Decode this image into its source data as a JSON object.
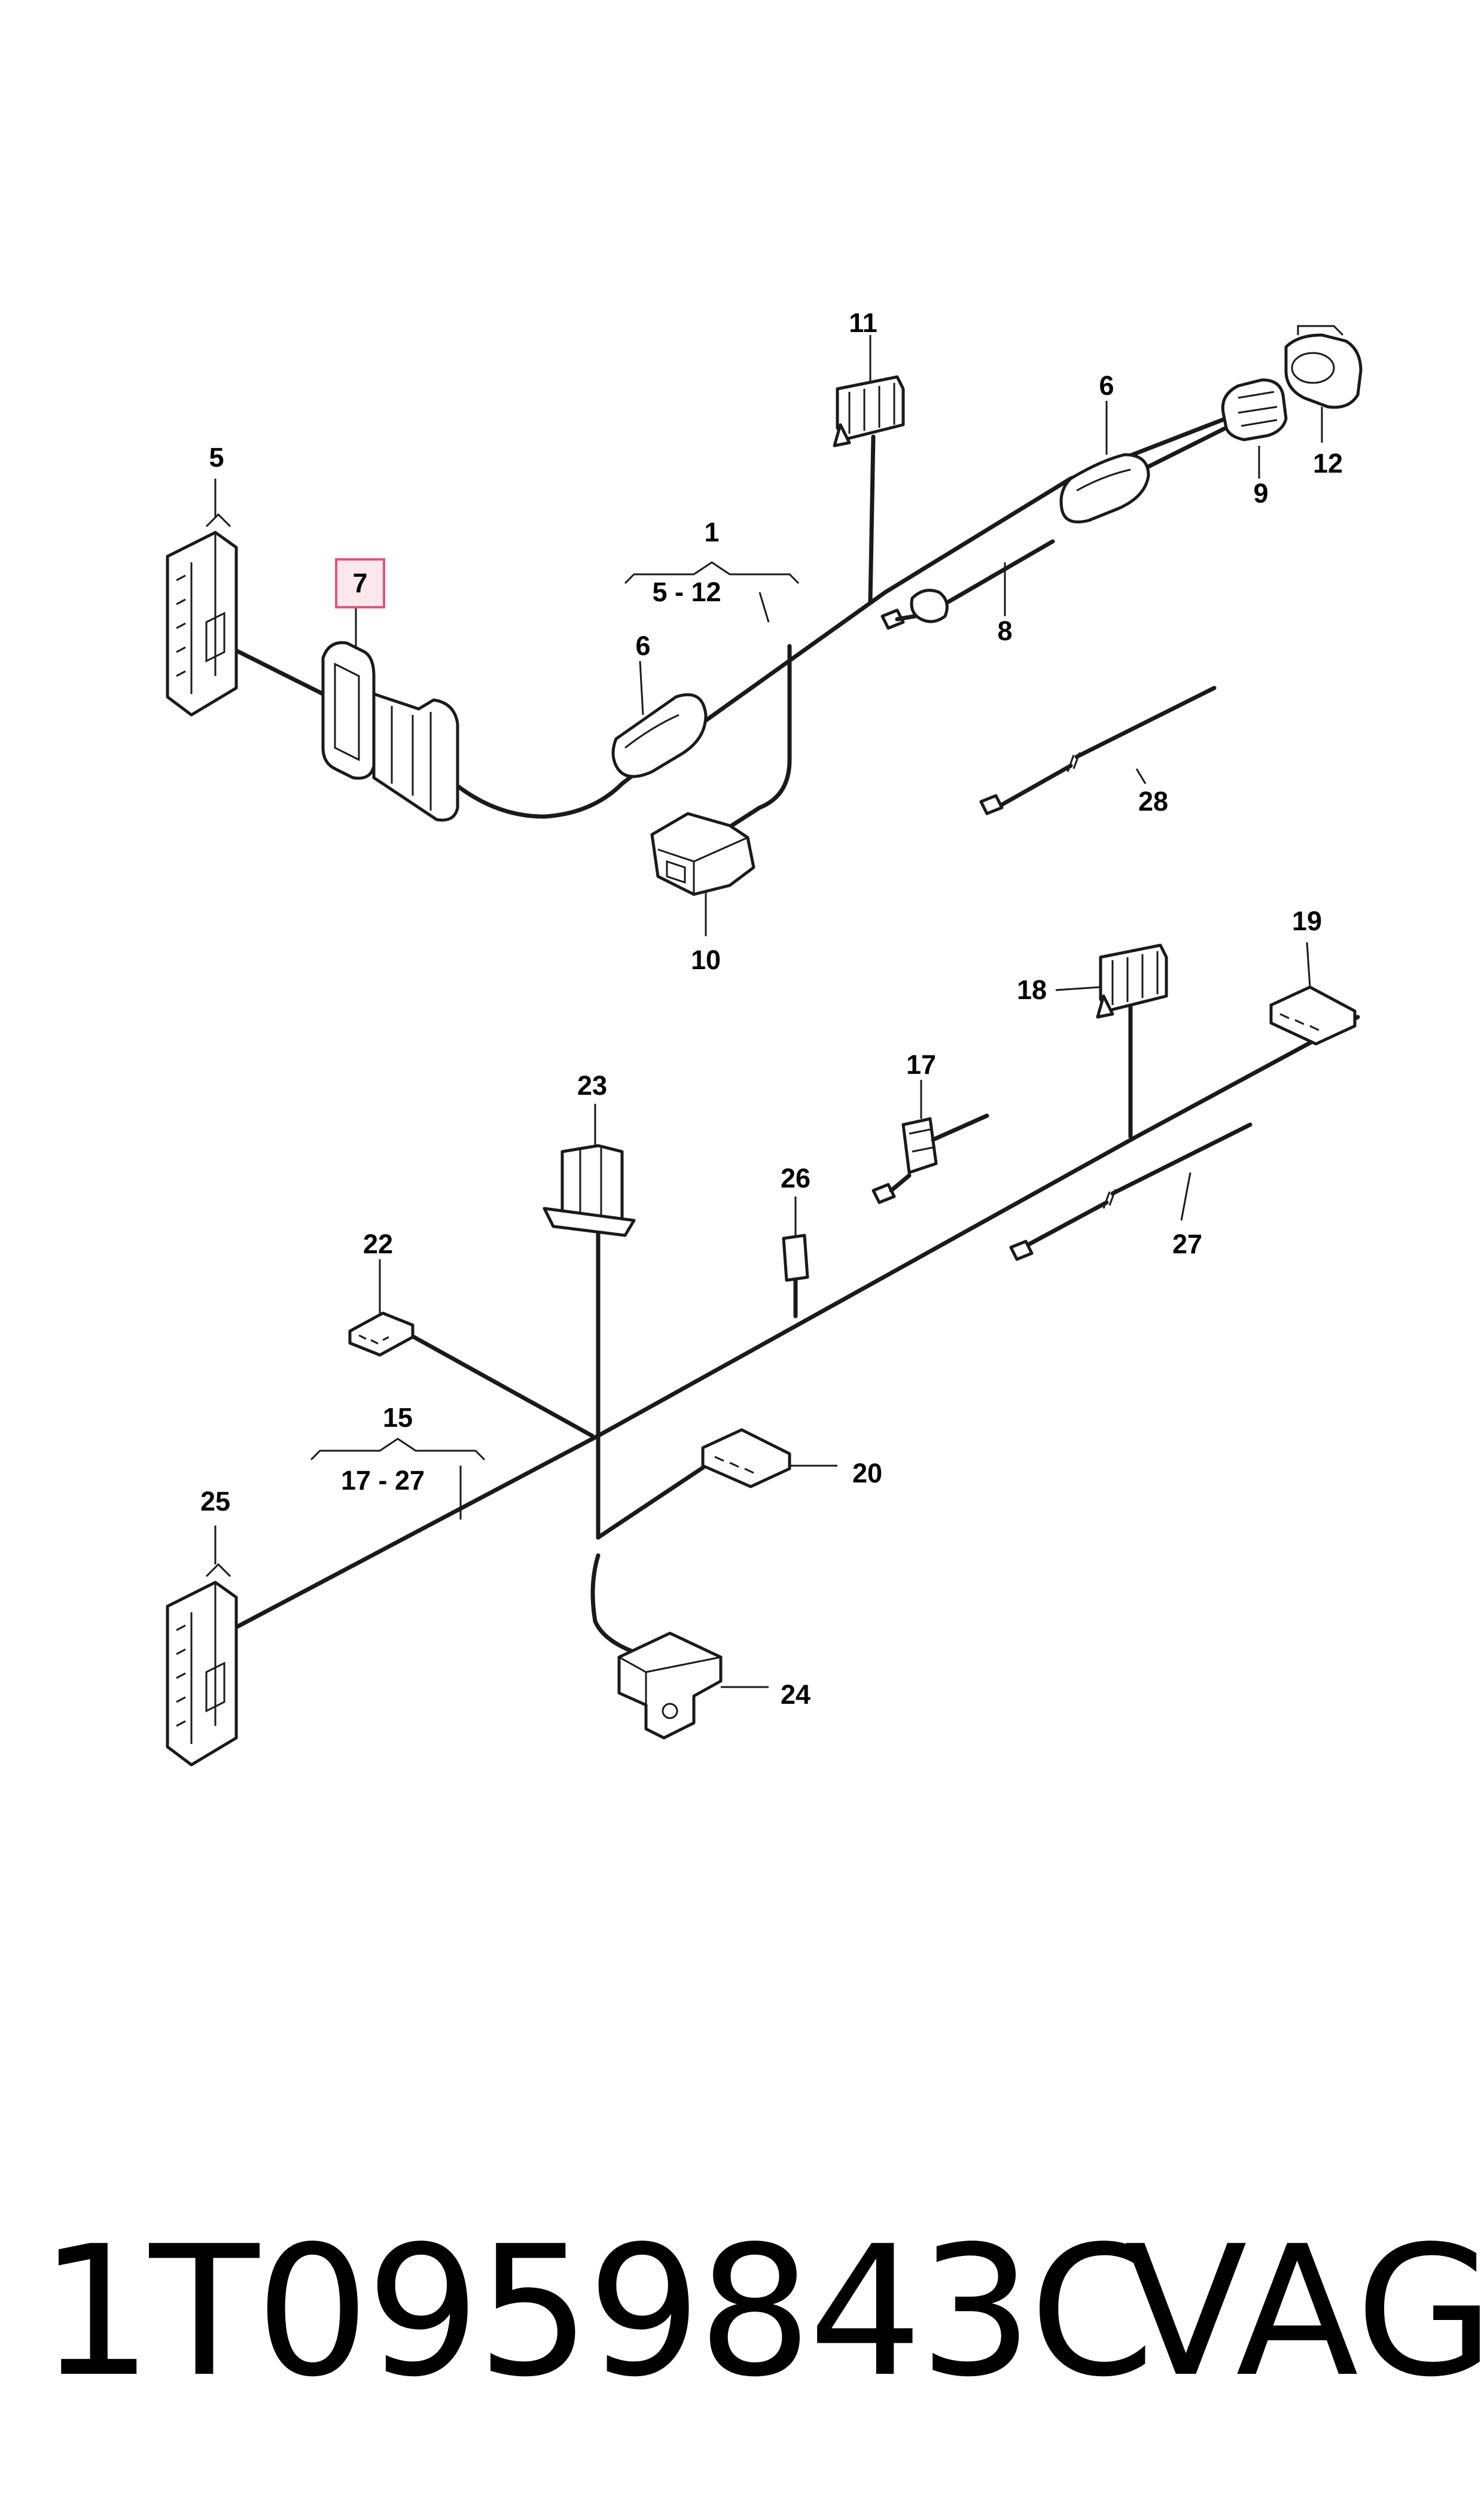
{
  "diagram": {
    "upper_group": {
      "number": "1",
      "range": "5 - 12"
    },
    "lower_group": {
      "number": "15",
      "range": "17 - 27"
    },
    "highlighted_part": "7",
    "highlight_color": "#e0567a",
    "parts": {
      "p5": "5",
      "p6a": "6",
      "p6b": "6",
      "p7": "7",
      "p8": "8",
      "p9": "9",
      "p10": "10",
      "p11": "11",
      "p12": "12",
      "p17": "17",
      "p18": "18",
      "p19": "19",
      "p20": "20",
      "p22": "22",
      "p23": "23",
      "p24": "24",
      "p25": "25",
      "p26": "26",
      "p27": "27",
      "p28": "28"
    }
  },
  "footer": {
    "part_number": "1T0959843C",
    "brand": "VAG"
  }
}
